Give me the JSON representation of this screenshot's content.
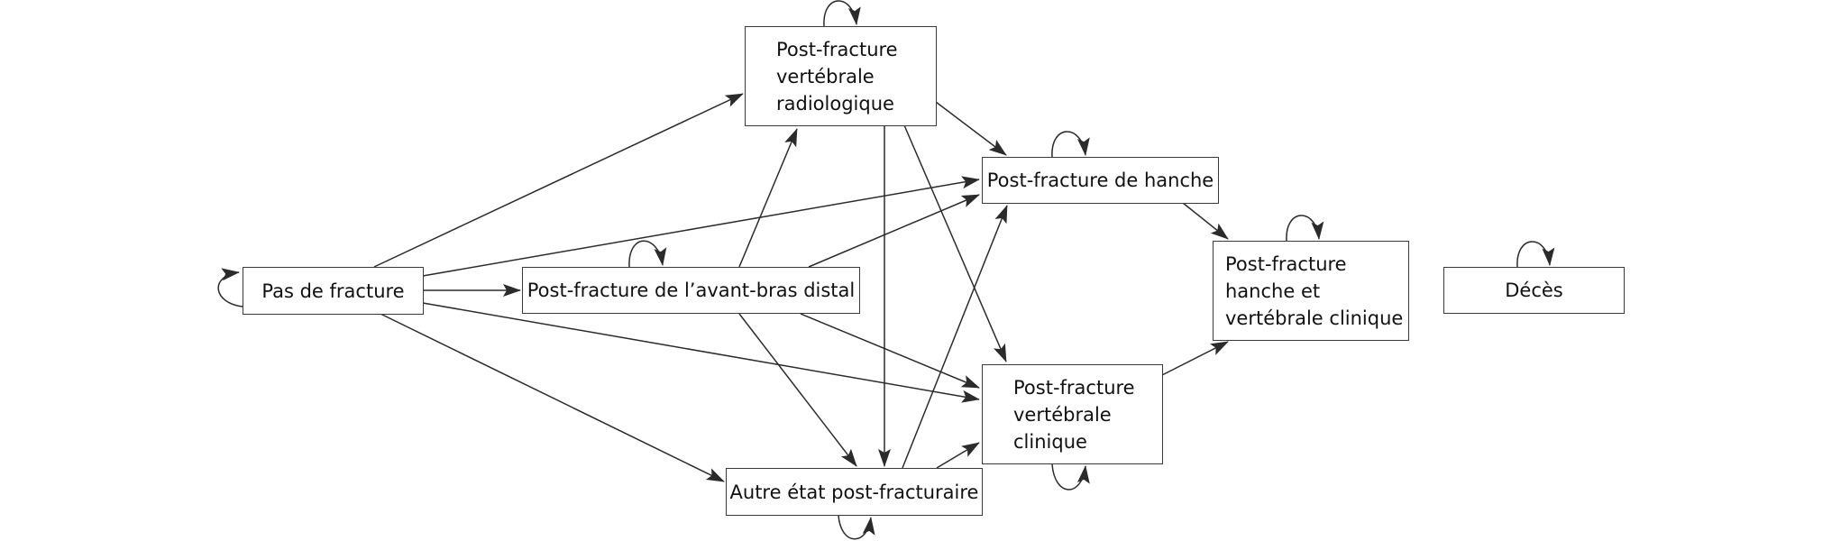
{
  "diagram": {
    "type": "state-transition",
    "colors": {
      "stroke": "#2b2b2b",
      "box_border": "#3a3a3a",
      "text": "#111111",
      "background": "#ffffff"
    },
    "nodes": [
      {
        "id": "pas",
        "label": "Pas de fracture",
        "self_loop": true
      },
      {
        "id": "avant_bras",
        "label": "Post-fracture de l’avant-bras distal",
        "self_loop": true
      },
      {
        "id": "radiologique",
        "label": "Post-fracture\nvertébrale\nradiologique",
        "self_loop": true
      },
      {
        "id": "hanche",
        "label": "Post-fracture de hanche",
        "self_loop": true
      },
      {
        "id": "clinique",
        "label": "Post-fracture\nvertébrale\nclinique",
        "self_loop": true
      },
      {
        "id": "autre",
        "label": "Autre état post-fracturaire",
        "self_loop": true
      },
      {
        "id": "hanche_vert",
        "label": "Post-fracture\nhanche et\nvertébrale clinique",
        "self_loop": true
      },
      {
        "id": "deces",
        "label": "Décès",
        "self_loop": true
      }
    ],
    "edges": [
      {
        "from": "pas",
        "to": "avant_bras"
      },
      {
        "from": "pas",
        "to": "radiologique"
      },
      {
        "from": "pas",
        "to": "hanche"
      },
      {
        "from": "pas",
        "to": "clinique"
      },
      {
        "from": "pas",
        "to": "autre"
      },
      {
        "from": "avant_bras",
        "to": "radiologique"
      },
      {
        "from": "avant_bras",
        "to": "hanche"
      },
      {
        "from": "avant_bras",
        "to": "clinique"
      },
      {
        "from": "avant_bras",
        "to": "autre"
      },
      {
        "from": "radiologique",
        "to": "hanche"
      },
      {
        "from": "radiologique",
        "to": "clinique"
      },
      {
        "from": "radiologique",
        "to": "autre"
      },
      {
        "from": "autre",
        "to": "hanche"
      },
      {
        "from": "autre",
        "to": "clinique"
      },
      {
        "from": "hanche",
        "to": "hanche_vert"
      },
      {
        "from": "clinique",
        "to": "hanche_vert"
      }
    ]
  }
}
